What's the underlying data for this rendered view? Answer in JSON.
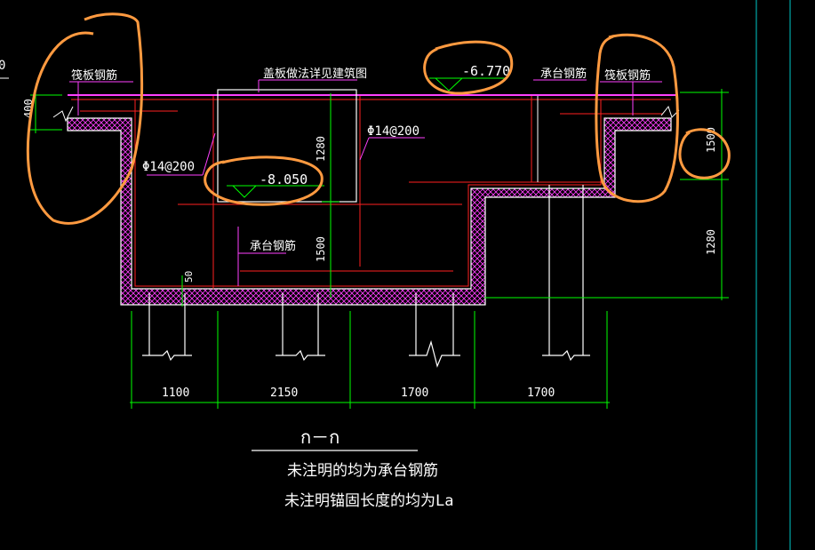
{
  "drawing": {
    "colors": {
      "background": "#000000",
      "structure": "#ffffff",
      "hatch": "#ff40ff",
      "rebar": "#ff2020",
      "dimension": "#00ff00",
      "leader": "#ff40ff",
      "annotation": "#ff9a40",
      "cyan_border": "#00c8c8"
    },
    "labels": {
      "raft_rebar_left": "筏板钢筋",
      "raft_rebar_right": "筏板钢筋",
      "slab_note": "盖板做法详见建筑图",
      "pile_cap_rebar_top": "承台钢筋",
      "pile_cap_rebar_mid": "承台钢筋",
      "rebar_spec_left": "Φ14@200",
      "rebar_spec_right": "Φ14@200",
      "elev_top": "-6.770",
      "elev_pit": "-8.050",
      "left_edge_char": "0"
    },
    "dimensions": {
      "left_400": "400",
      "pit_1280": "1280",
      "pit_1500": "1500",
      "cover_50": "50",
      "right_1500": "1500",
      "right_1280": "1280",
      "bottom": [
        "1100",
        "2150",
        "1700",
        "1700"
      ]
    },
    "section": {
      "title": "ก－ก",
      "note_line1": "未注明的均为承台钢筋",
      "note_line2": "未注明锚固长度的均为La"
    }
  }
}
